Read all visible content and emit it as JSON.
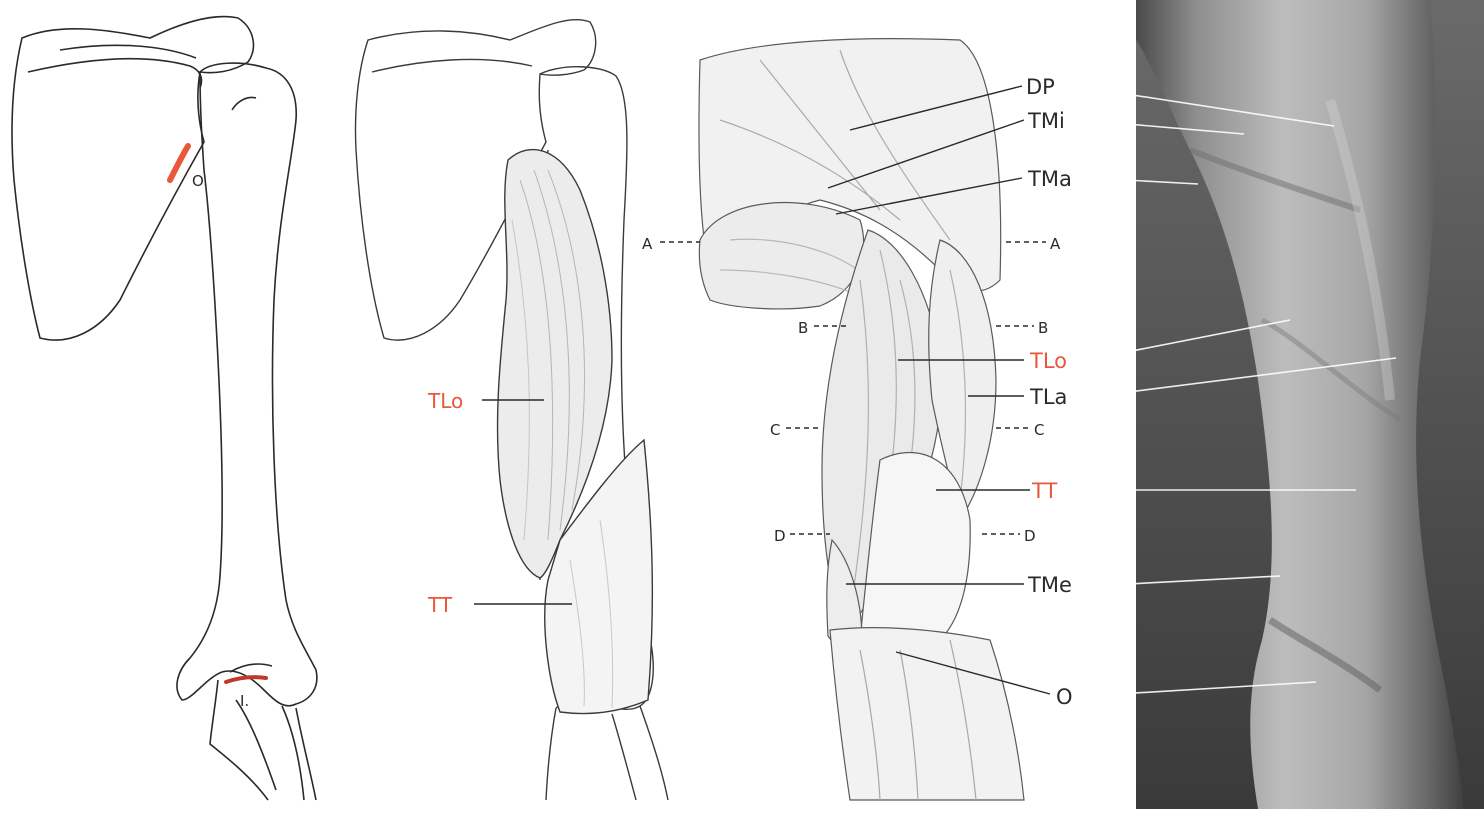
{
  "colors": {
    "ink": "#2a2a2a",
    "highlight": "#e8583a",
    "photo_dark": "#3d3d3d",
    "photo_mid": "#8a8a8a",
    "photo_light": "#c8c8c8",
    "muscle_fill": "#eeeeee"
  },
  "panel1": {
    "origin_label": "O.",
    "insertion_label": "I."
  },
  "panel2": {
    "labels": {
      "tlo": "TLo",
      "tt": "TT"
    }
  },
  "panel3": {
    "labels": {
      "dp": "DP",
      "tmi": "TMi",
      "tma": "TMa",
      "tlo": "TLo",
      "tla": "TLa",
      "tt": "TT",
      "tme": "TMe",
      "o": "O"
    },
    "section_markers": {
      "a_left": "A",
      "a_right": "A",
      "b_left": "B",
      "b_right": "B",
      "c_left": "C",
      "c_right": "C",
      "d_left": "D",
      "d_right": "D"
    }
  }
}
